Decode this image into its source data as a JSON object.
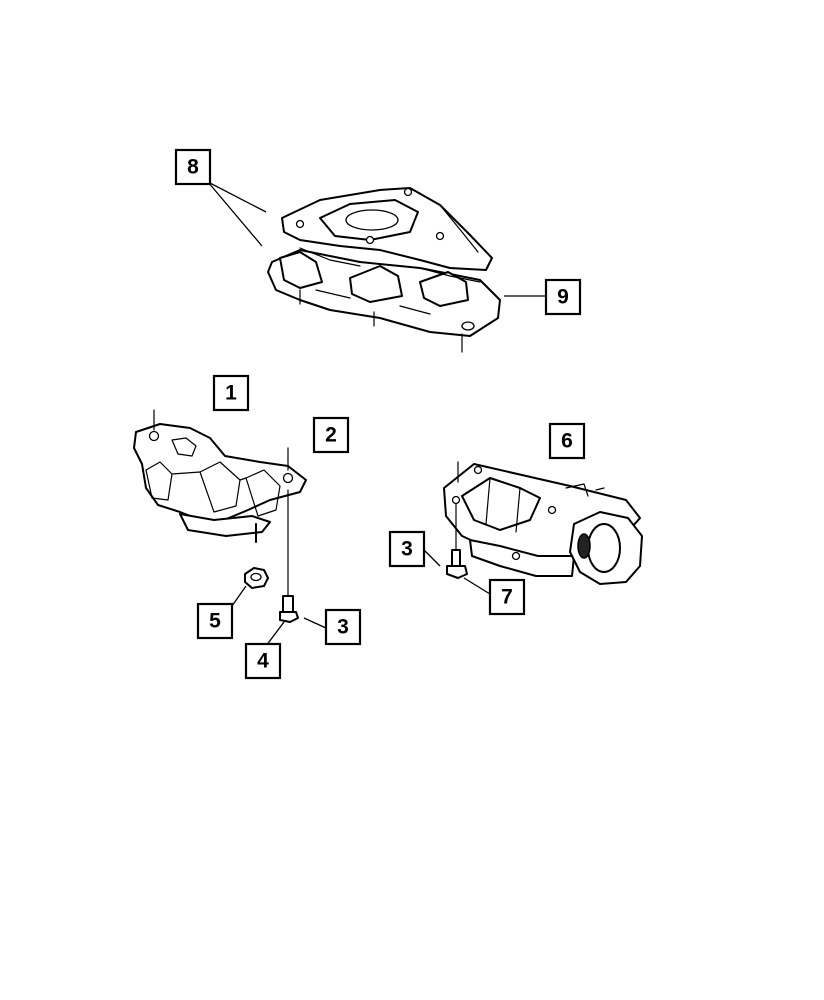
{
  "callouts": [
    {
      "id": "c8",
      "label": "8"
    },
    {
      "id": "c9",
      "label": "9"
    },
    {
      "id": "c1",
      "label": "1"
    },
    {
      "id": "c2",
      "label": "2"
    },
    {
      "id": "c6",
      "label": "6"
    },
    {
      "id": "c3a",
      "label": "3"
    },
    {
      "id": "c7",
      "label": "7"
    },
    {
      "id": "c5",
      "label": "5"
    },
    {
      "id": "c3b",
      "label": "3"
    },
    {
      "id": "c4",
      "label": "4"
    }
  ]
}
